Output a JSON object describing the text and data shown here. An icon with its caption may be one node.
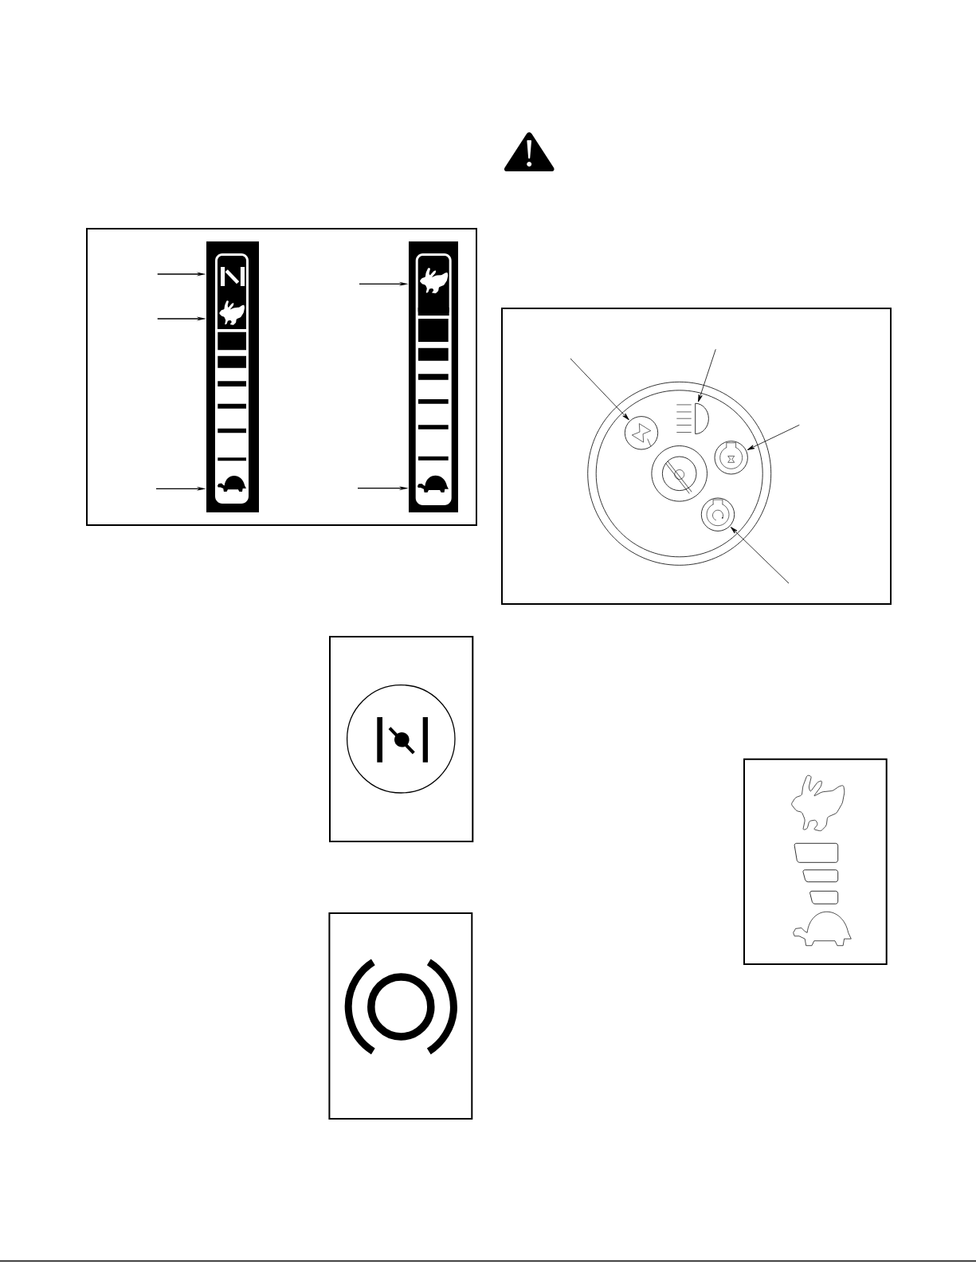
{
  "diagram": {
    "nodes": [
      {
        "text": [],
        "shape": "picture"
      },
      {
        "text": [],
        "shape": "picture"
      },
      {
        "text": [],
        "shape": "picture"
      },
      {
        "text": [],
        "shape": "picture"
      },
      {
        "text": [],
        "shape": "picture"
      },
      {
        "text": [],
        "shape": "circle"
      },
      {
        "text": [],
        "shape": "picture"
      },
      {
        "text": [],
        "shape": "circle"
      },
      {
        "text": [],
        "shape": "circle"
      },
      {
        "text": [],
        "shape": "picture"
      },
      {
        "text": [],
        "shape": "picture"
      }
    ],
    "edges": [
      {
        "from": null,
        "to": 0,
        "arrow": "to"
      },
      {
        "from": null,
        "to": 1,
        "arrow": "to"
      },
      {
        "from": null,
        "to": 2,
        "arrow": "to"
      },
      {
        "from": null,
        "to": 3,
        "arrow": "to"
      },
      {
        "from": null,
        "to": 4,
        "arrow": "to"
      },
      {
        "from": null,
        "to": 5,
        "arrow": "to"
      },
      {
        "from": null,
        "to": 6,
        "arrow": "to"
      },
      {
        "from": null,
        "to": 7,
        "arrow": "to"
      },
      {
        "from": null,
        "to": 8,
        "arrow": "to"
      }
    ]
  }
}
